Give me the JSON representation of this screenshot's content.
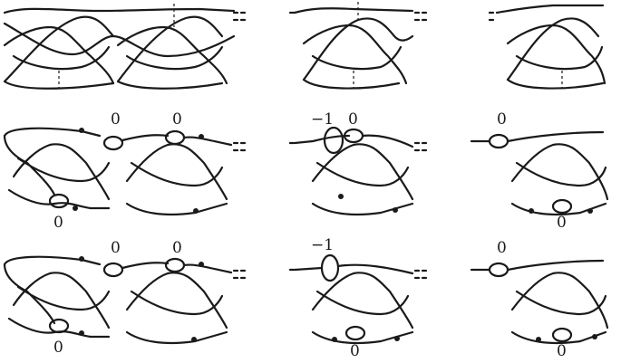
{
  "figure": {
    "labels": {
      "r2_c1_top_left": "0",
      "r2_c1_top_right": "0",
      "r2_c1_bottom": "0",
      "r2_c2_left": "−1",
      "r2_c2_right": "0",
      "r2_c3": "0",
      "r3_c1_top_left": "0",
      "r3_c1_top_right": "0",
      "r3_c1_bottom": "0",
      "r3_c2": "−1",
      "r3_c2_bottom": "0",
      "r3_c3": "0",
      "r3_c3_bottom": "0",
      "r2_c3_bottom": "0"
    }
  }
}
